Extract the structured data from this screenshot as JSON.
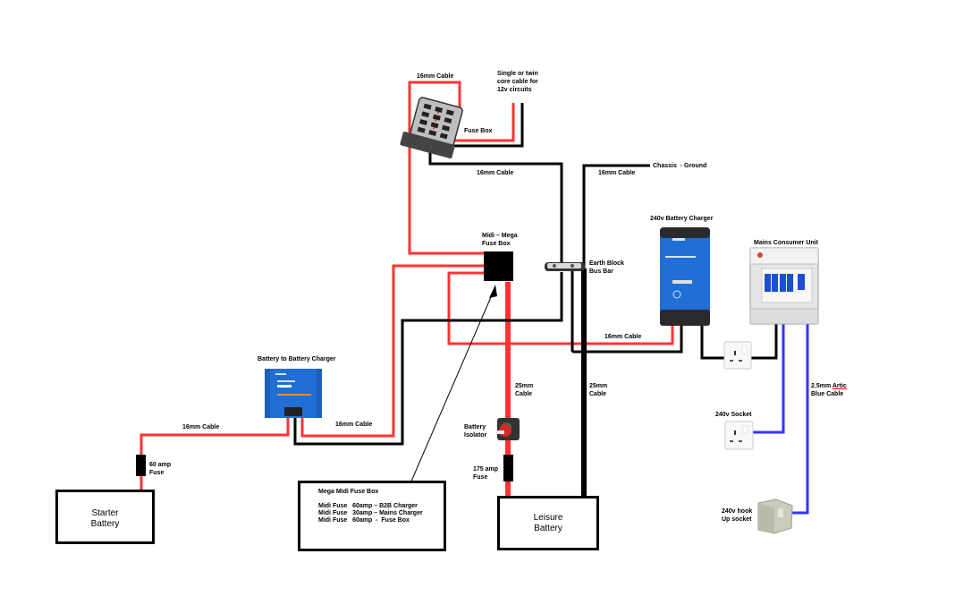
{
  "title": "Campervan 12v / 240v wiring diagram",
  "colors": {
    "positive_cable": "#ff3333",
    "negative_cable": "#000000",
    "mains_cable": "#3333ff",
    "victron_blue": "#1f6fd6"
  },
  "components": {
    "fuse_box": {
      "label": "Fuse Box"
    },
    "midi_mega_fuse_box": {
      "label": "Midi – Mega\nFuse Box"
    },
    "earth_block": {
      "label": "Earth Block\nBus Bar"
    },
    "battery_charger": {
      "label": "240v Battery Charger"
    },
    "consumer_unit": {
      "label": "Mains Consumer Unit"
    },
    "b2b_charger": {
      "label": "Battery to Battery Charger"
    },
    "battery_isolator": {
      "label": "Battery\nIsolator"
    },
    "fuse_175": {
      "label": "175 amp\nFuse"
    },
    "fuse_60": {
      "label": "60 amp\nFuse"
    },
    "socket_240v": {
      "label": "240v Socket"
    },
    "hookup_socket": {
      "label": "240v hook\nUp socket"
    },
    "starter_battery": {
      "label": "Starter\nBattery"
    },
    "leisure_battery": {
      "label": "Leisure\nBattery"
    }
  },
  "cable_labels": {
    "fusebox_positive": "16mm Cable",
    "twelve_volt_circuits": "Single or twin\ncore cable for\n12v circuits",
    "fusebox_negative": "16mm Cable",
    "chassis_cable": "16mm Cable",
    "chassis_ground": "Chassis  - Ground",
    "charger_cable": "16mm Cable",
    "leisure_positive": "25mm\nCable",
    "leisure_negative": "25mm\nCable",
    "b2b_output": "16mm Cable",
    "b2b_input": "16mm Cable",
    "arctic_blue_prefix": "2.5mm ",
    "arctic_blue_word": "Artic",
    "arctic_blue_suffix": "\nBlue Cable"
  },
  "note_box": {
    "title": "Mega Midi Fuse Box",
    "lines": [
      "Midi Fuse   60amp – B2B Charger",
      "Midi Fuse   30amp – Mains Charger",
      "Midi Fuse   60amp  -  Fuse Box"
    ]
  }
}
